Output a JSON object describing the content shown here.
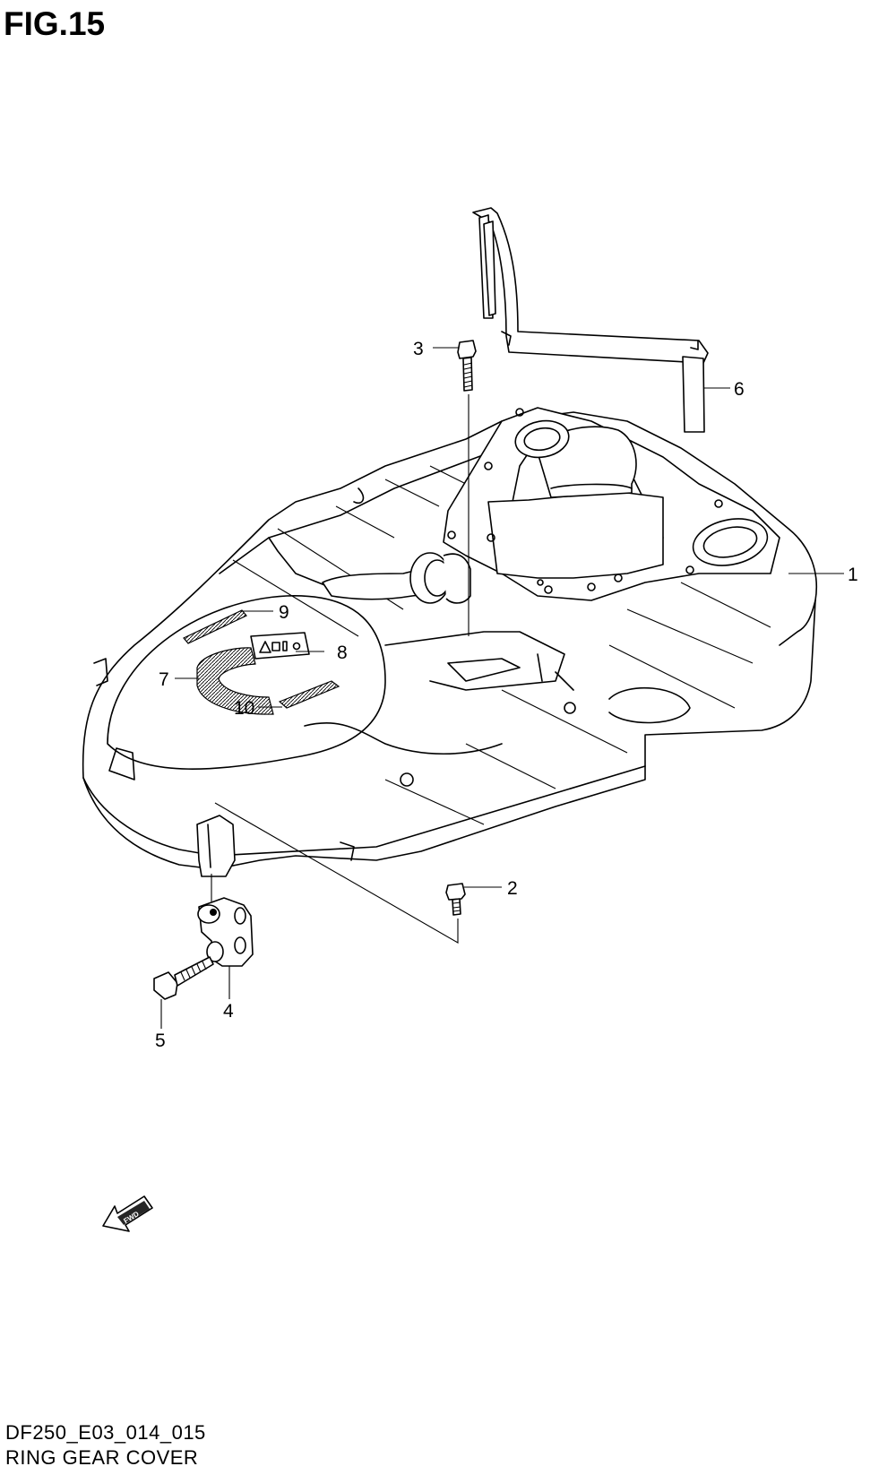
{
  "figure": {
    "title": "FIG.15",
    "code": "DF250_E03_014_015",
    "name": "RING GEAR COVER"
  },
  "callouts": [
    {
      "id": "1",
      "label": "1"
    },
    {
      "id": "2",
      "label": "2"
    },
    {
      "id": "3",
      "label": "3"
    },
    {
      "id": "4",
      "label": "4"
    },
    {
      "id": "5",
      "label": "5"
    },
    {
      "id": "6",
      "label": "6"
    },
    {
      "id": "7",
      "label": "7"
    },
    {
      "id": "8",
      "label": "8"
    },
    {
      "id": "9",
      "label": "9"
    },
    {
      "id": "10",
      "label": "10"
    }
  ],
  "arrow": {
    "label": "FWD"
  },
  "colors": {
    "ink": "#000000",
    "paper": "#ffffff"
  }
}
